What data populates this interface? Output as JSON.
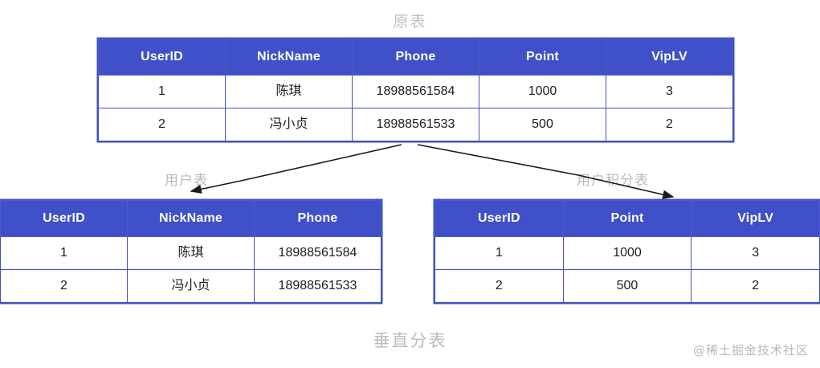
{
  "diagram": {
    "master_title": "原表",
    "caption": "垂直分表",
    "branch_left_label": "用户表",
    "branch_right_label": "用户积分表",
    "watermark": "@稀土掘金技术社区",
    "accent_color": "#4050c8",
    "border_color": "#3f4fc4",
    "text_color": "#1c1c1c"
  },
  "master_table": {
    "name": "master-table",
    "columns": [
      "UserID",
      "NickName",
      "Phone",
      "Point",
      "VipLV"
    ],
    "rows": [
      [
        "1",
        "陈琪",
        "18988561584",
        "1000",
        "3"
      ],
      [
        "2",
        "冯小贞",
        "18988561533",
        "500",
        "2"
      ]
    ]
  },
  "left_table": {
    "name": "user-table",
    "columns": [
      "UserID",
      "NickName",
      "Phone"
    ],
    "rows": [
      [
        "1",
        "陈琪",
        "18988561584"
      ],
      [
        "2",
        "冯小贞",
        "18988561533"
      ]
    ]
  },
  "right_table": {
    "name": "user-point-table",
    "columns": [
      "UserID",
      "Point",
      "VipLV"
    ],
    "rows": [
      [
        "1",
        "1000",
        "3"
      ],
      [
        "2",
        "500",
        "2"
      ]
    ]
  }
}
